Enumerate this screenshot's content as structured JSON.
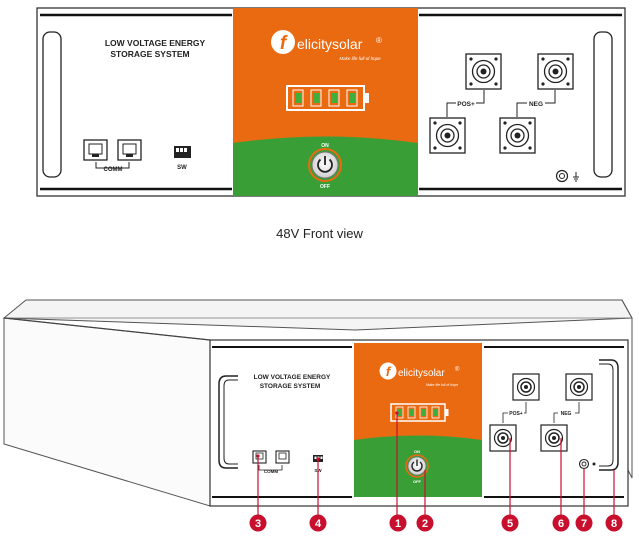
{
  "front_view": {
    "title_line1": "LOW VOLTAGE ENERGY",
    "title_line2": "STORAGE SYSTEM",
    "comm_label": "COMM",
    "sw_label": "SW",
    "brand_f": "f",
    "brand_text": "elicitysolar",
    "brand_reg": "®",
    "slogan": "Make life full of hope",
    "power_on": "ON",
    "power_off": "OFF",
    "pos_label": "POS+",
    "neg_label": "NEG",
    "caption": "48V Front  view"
  },
  "iso_view": {
    "title_line1": "LOW VOLTAGE ENERGY",
    "title_line2": "STORAGE SYSTEM",
    "comm_label": "COMM",
    "sw_label": "SW",
    "brand_f": "f",
    "brand_text": "elicitysolar",
    "brand_reg": "®",
    "slogan": "Make life full of hope",
    "power_on": "ON",
    "power_off": "OFF",
    "pos_label": "POS+",
    "neg_label": "NEG"
  },
  "callouts": [
    "3",
    "4",
    "1",
    "2",
    "5",
    "6",
    "7",
    "8"
  ],
  "colors": {
    "orange": "#ea6a12",
    "green": "#3a9e36",
    "red_marker": "#c8102e",
    "battery_green": "#3fae3b"
  }
}
